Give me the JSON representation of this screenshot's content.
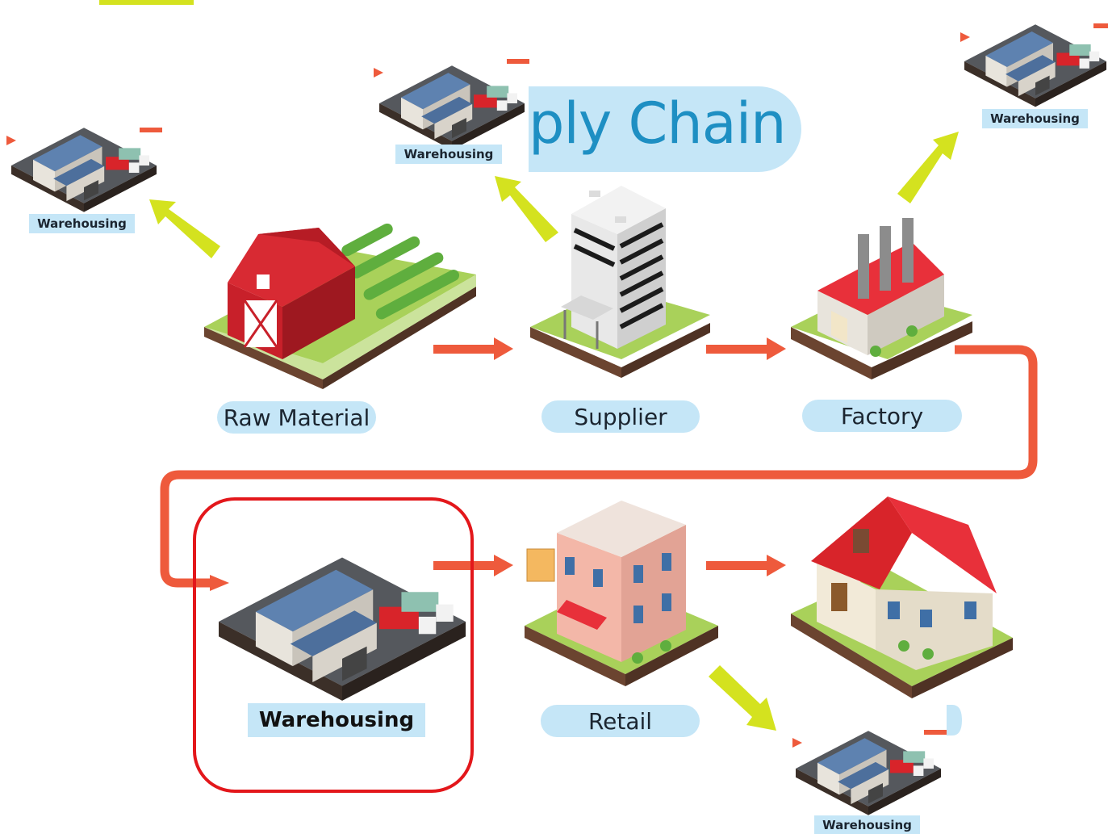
{
  "title": "ply Chain",
  "stages": {
    "raw_material": "Raw Material",
    "supplier": "Supplier",
    "factory": "Factory",
    "warehousing": "Warehousing",
    "retail": "Retail"
  },
  "mini_warehouse_label": "Warehousing",
  "colors": {
    "flow_arrow": "#ee5a3c",
    "side_arrow": "#d4e21f",
    "label_bg": "#c5e6f7",
    "title_text": "#1e8fc3",
    "highlight_border": "#e3171b"
  },
  "icons": [
    "barn-icon",
    "office-building-icon",
    "factory-icon",
    "warehouse-icon",
    "retail-shop-icon",
    "house-icon"
  ]
}
